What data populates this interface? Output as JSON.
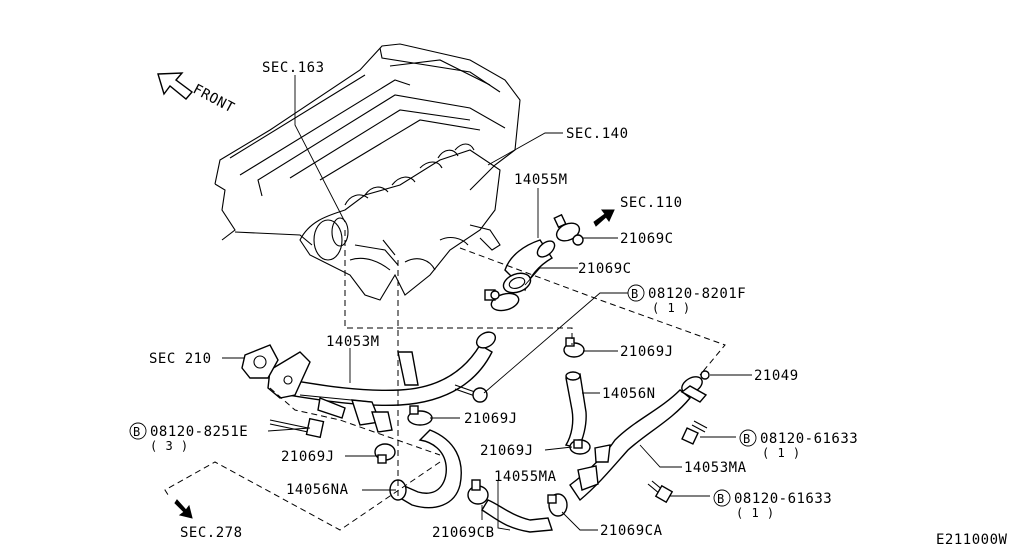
{
  "labels": {
    "sec163": "SEC.163",
    "front": "FRONT",
    "sec140": "SEC.140",
    "p14055m": "14055M",
    "sec110": "SEC.110",
    "p21069c_top": "21069C",
    "p21069c_mid": "21069C",
    "bolt_8201f": "08120-8201F",
    "bolt_8201f_qty": "( 1 )",
    "sec210": "SEC 210",
    "p14053m": "14053M",
    "p21069j_right": "21069J",
    "p21049": "21049",
    "p14056n": "14056N",
    "bolt_8251e": "08120-8251E",
    "bolt_8251e_qty": "( 3 )",
    "p21069j_center": "21069J",
    "bolt_61633_a": "08120-61633",
    "bolt_61633_a_qty": "( 1 )",
    "p21069j_left": "21069J",
    "p21069j_lower": "21069J",
    "p14053ma": "14053MA",
    "p14055ma": "14055MA",
    "p14056na": "14056NA",
    "bolt_61633_b": "08120-61633",
    "bolt_61633_b_qty": "( 1 )",
    "sec278": "SEC.278",
    "p21069cb": "21069CB",
    "p21069ca": "21069CA",
    "diagram_code": "E211000W",
    "bolt_marker": "B"
  }
}
